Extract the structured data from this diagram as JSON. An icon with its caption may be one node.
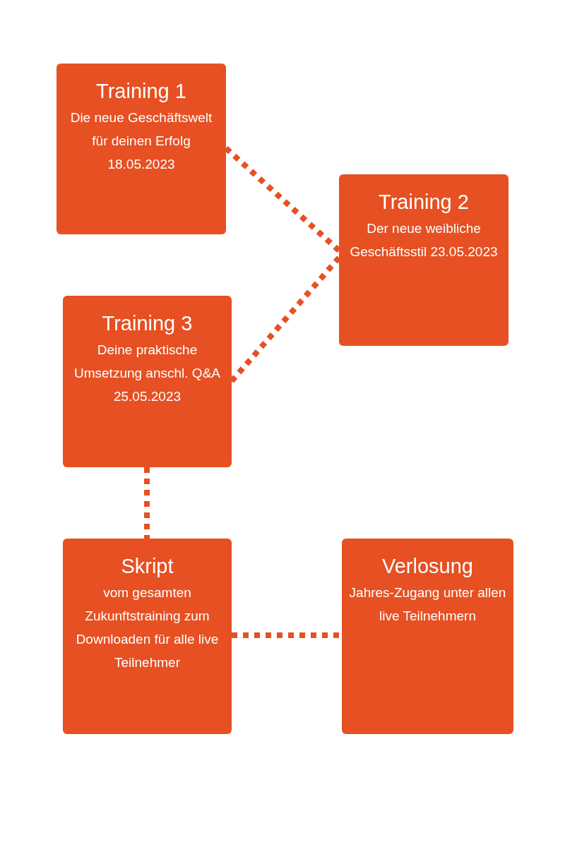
{
  "diagram": {
    "nodes": [
      {
        "text": [
          "Training 1",
          "Die neue Geschäftswelt für deinen Erfolg 18.05.2023"
        ]
      },
      {
        "text": [
          "Training 2",
          "Der neue weibliche Geschäftsstil 23.05.2023"
        ]
      },
      {
        "text": [
          "Training 3",
          "Deine praktische Umsetzung anschl. Q&A 25.05.2023"
        ]
      },
      {
        "text": [
          "Skript",
          "vom gesamten Zukunftstraining zum Downloaden für alle live Teilnehmer"
        ]
      },
      {
        "text": [
          "Verlosung",
          "Jahres-Zugang unter allen live Teilnehmern"
        ]
      }
    ],
    "edges": [
      {
        "from": 0,
        "to": 1,
        "arrow": "none",
        "style": "dashed"
      },
      {
        "from": 2,
        "to": 1,
        "arrow": "none",
        "style": "dashed"
      },
      {
        "from": 2,
        "to": 3,
        "arrow": "none",
        "style": "dashed"
      },
      {
        "from": 3,
        "to": 4,
        "arrow": "none",
        "style": "dashed"
      }
    ]
  }
}
